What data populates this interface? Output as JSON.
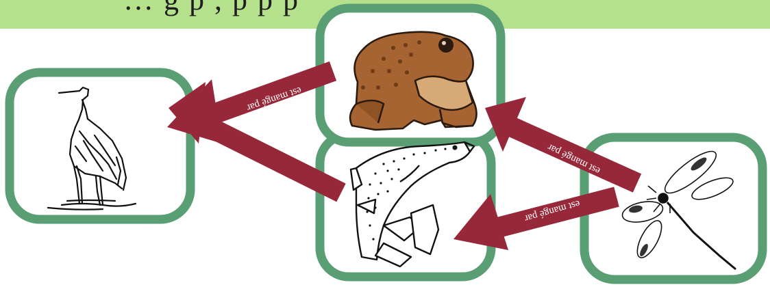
{
  "banner": {
    "text": "… g     p    ,    p    p                                                          p",
    "color": "#b5e08c"
  },
  "colors": {
    "frame": "#5a9e74",
    "arrow": "#97283a",
    "arrow_label": "#ffffff"
  },
  "nodes": [
    {
      "id": "heron",
      "icon": "heron-icon"
    },
    {
      "id": "toad",
      "icon": "toad-icon"
    },
    {
      "id": "trout",
      "icon": "trout-icon"
    },
    {
      "id": "dragonfly",
      "icon": "dragonfly-icon"
    }
  ],
  "edges": [
    {
      "from": "toad",
      "to": "heron",
      "label": "est mangé par"
    },
    {
      "from": "trout",
      "to": "heron",
      "label": ""
    },
    {
      "from": "dragonfly",
      "to": "toad",
      "label": "est mangé par"
    },
    {
      "from": "dragonfly",
      "to": "trout",
      "label": "est mangé par"
    }
  ]
}
